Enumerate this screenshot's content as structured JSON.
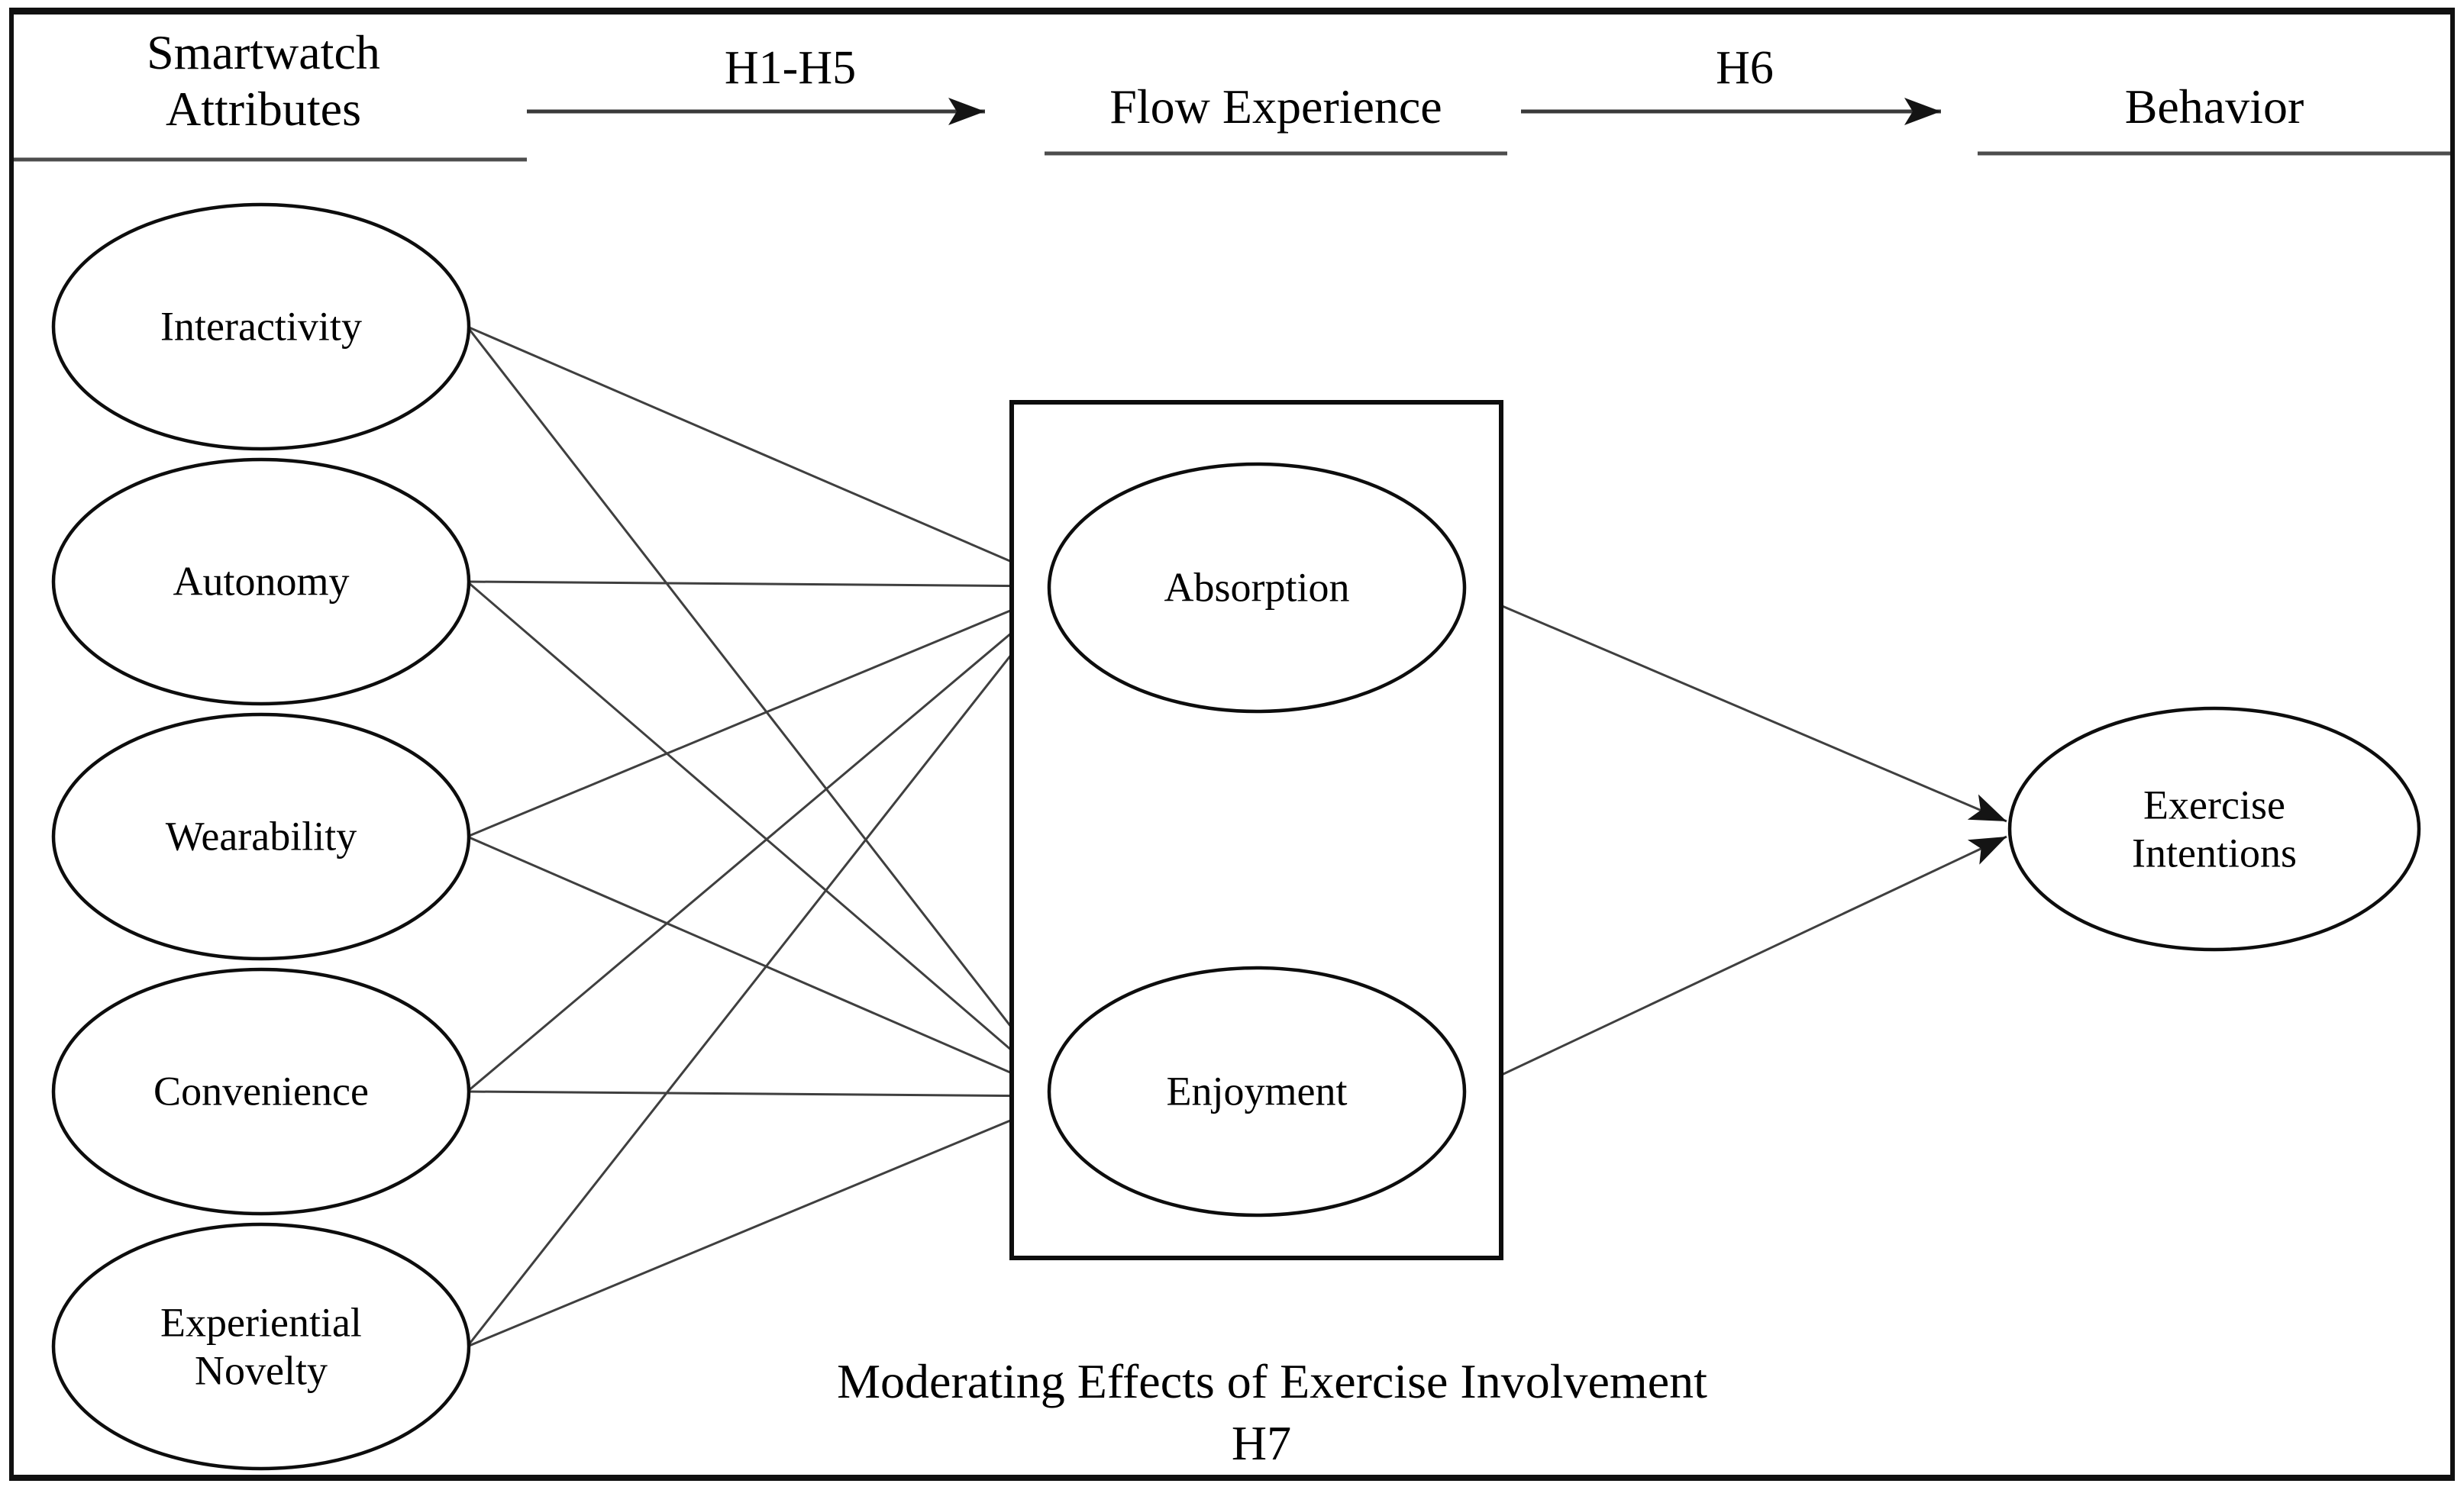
{
  "title_row": {
    "left": "Smartwatch\nAttributes",
    "h1_h5": "H1-H5",
    "middle": "Flow Experience",
    "h6": "H6",
    "right": "Behavior"
  },
  "attribute_nodes": [
    "Interactivity",
    "Autonomy",
    "Wearability",
    "Convenience",
    "Experiential\nNovelty"
  ],
  "flow_nodes": [
    "Absorption",
    "Enjoyment"
  ],
  "behavior_node": "Exercise\nIntentions",
  "moderation": {
    "caption": "Moderating Effects of Exercise Involvement",
    "hypothesis": "H7"
  },
  "colors": {
    "ink": "#000000",
    "shape_stroke": "#0d0d0d",
    "connector": "#3f3f3f",
    "rule": "#4d4d4d",
    "background": "#ffffff"
  }
}
